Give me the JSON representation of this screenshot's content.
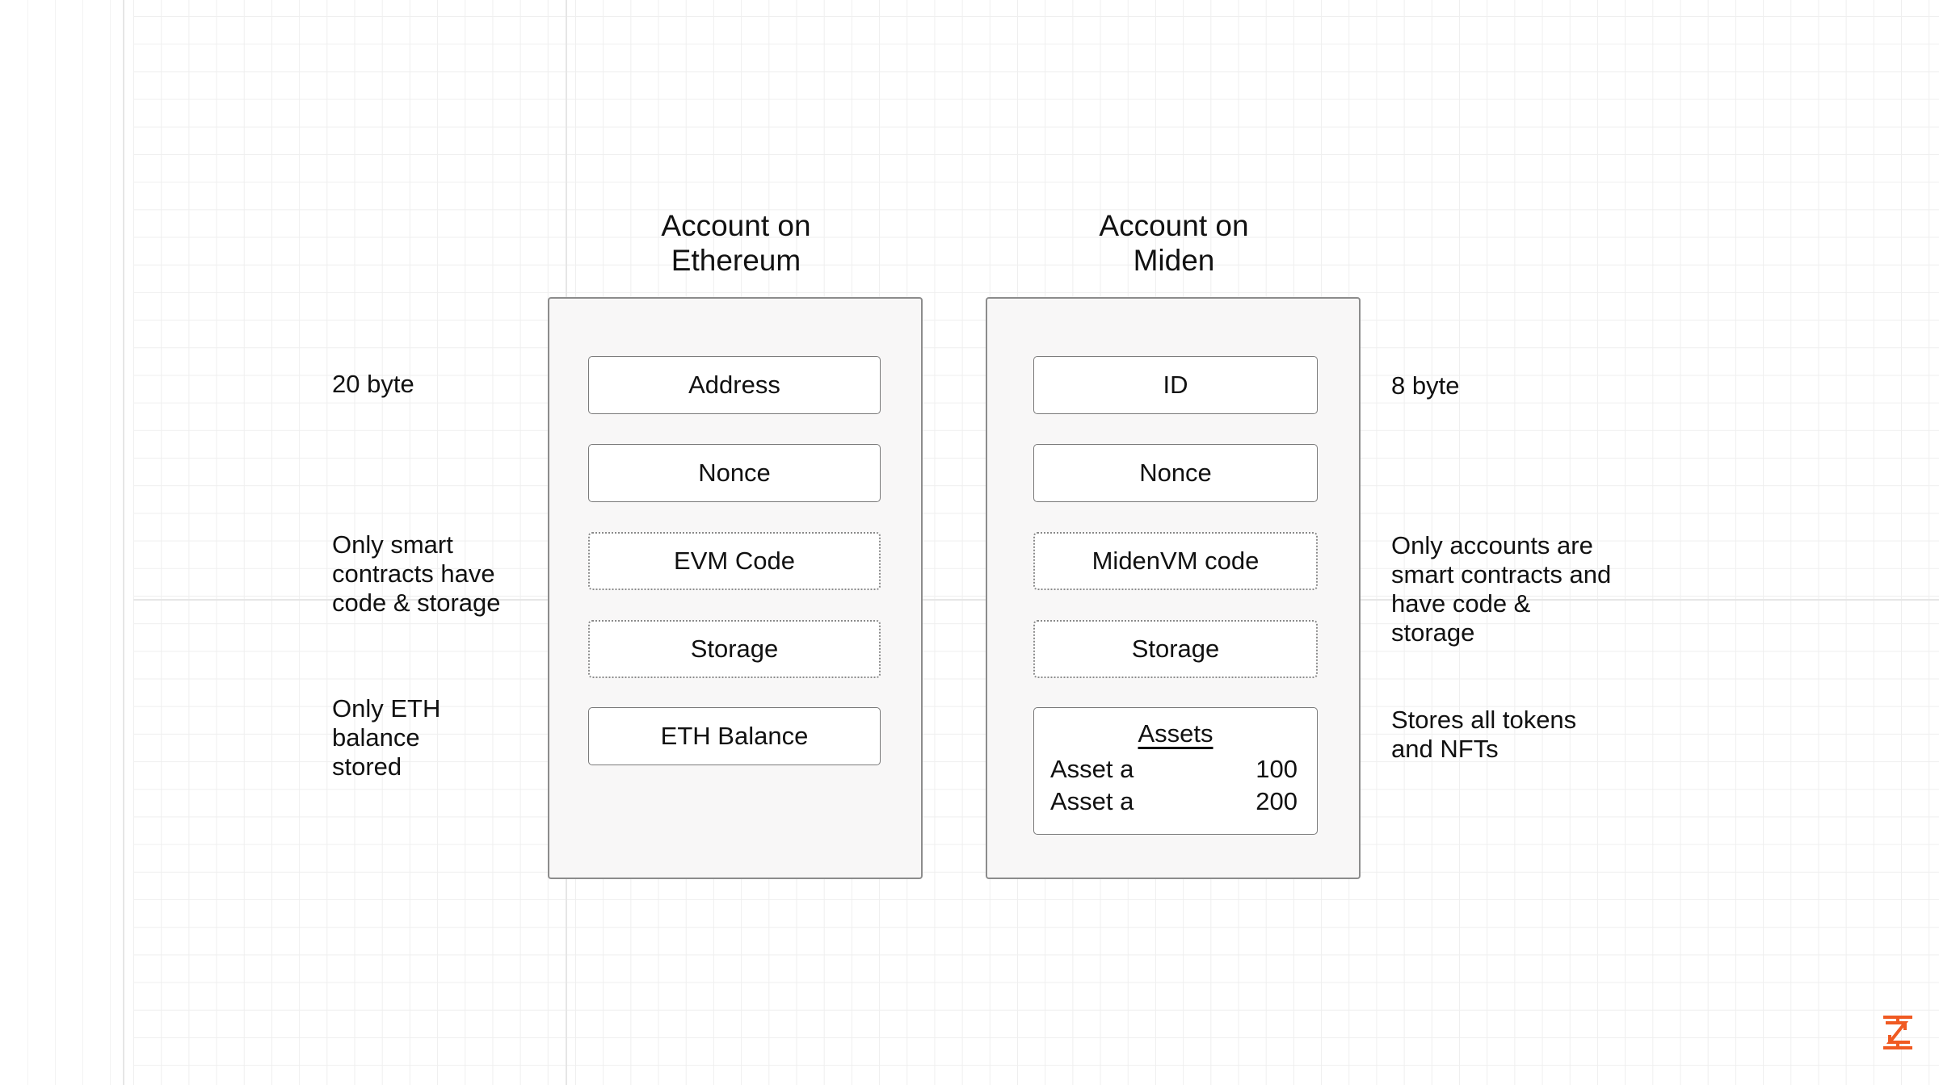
{
  "ethereum": {
    "title": "Account on\nEthereum",
    "fields": [
      {
        "label": "Address",
        "style": "solid"
      },
      {
        "label": "Nonce",
        "style": "solid"
      },
      {
        "label": "EVM Code",
        "style": "dotted"
      },
      {
        "label": "Storage",
        "style": "dotted"
      },
      {
        "label": "ETH Balance",
        "style": "solid"
      }
    ],
    "notes": {
      "address": "20 byte",
      "code": "Only smart\ncontracts have\ncode & storage",
      "balance": "Only ETH\nbalance\nstored"
    }
  },
  "miden": {
    "title": "Account on\nMiden",
    "fields": [
      {
        "label": "ID",
        "style": "solid"
      },
      {
        "label": "Nonce",
        "style": "solid"
      },
      {
        "label": "MidenVM code",
        "style": "dotted"
      },
      {
        "label": "Storage",
        "style": "dotted"
      }
    ],
    "assets": {
      "title": "Assets",
      "rows": [
        {
          "name": "Asset a",
          "value": "100"
        },
        {
          "name": "Asset a",
          "value": "200"
        }
      ]
    },
    "notes": {
      "id": "8 byte",
      "code": "Only accounts are\nsmart contracts and\nhave code &\nstorage",
      "assets": "Stores all tokens\nand NFTs"
    }
  },
  "logo": {
    "icon": "miden-logo-icon",
    "color": "#f05a22"
  },
  "colors": {
    "panel_bg": "#f8f7f7",
    "panel_border": "#8c8c8c",
    "accent": "#f05a22"
  }
}
